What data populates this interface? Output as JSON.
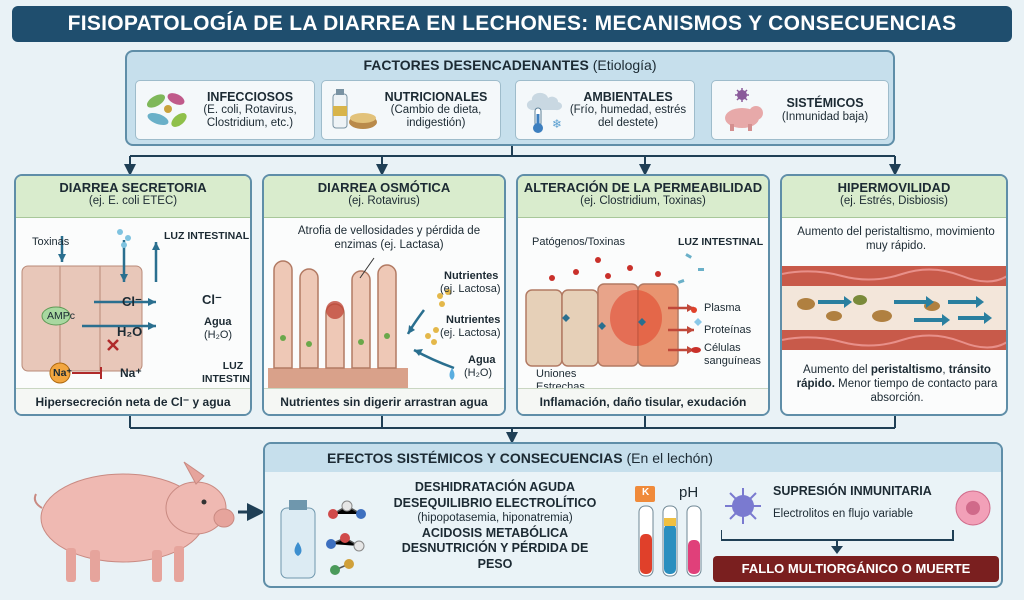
{
  "title": "FISIOPATOLOGÍA DE LA DIARREA EN LECHONES: MECANISMOS Y CONSECUENCIAS",
  "factors": {
    "heading": "FACTORES DESENCADENANTES",
    "heading_sub": "(Etiología)",
    "items": [
      {
        "title": "INFECCIOSOS",
        "desc": "(E. coli, Rotavirus, Clostridium, etc.)",
        "icon": "bacteria-icon"
      },
      {
        "title": "NUTRICIONALES",
        "desc": "(Cambio de dieta, indigestión)",
        "icon": "feed-icon"
      },
      {
        "title": "AMBIENTALES",
        "desc": "(Frío, humedad, estrés del destete)",
        "icon": "thermometer-icon"
      },
      {
        "title": "SISTÉMICOS",
        "desc": "(Inmunidad baja)",
        "icon": "piglet-icon"
      }
    ]
  },
  "mechanisms": [
    {
      "title": "DIARREA SECRETORIA",
      "subtitle": "(ej. E. coli ETEC)",
      "labels": {
        "toxinas": "Toxinas",
        "luz": "LUZ INTESTINAL",
        "ampc": "AMPc",
        "cl": "Cl⁻",
        "cl_out": "Cl⁻",
        "h2o": "H₂O",
        "agua": "Agua",
        "agua_sub": "(H₂O)",
        "na": "Na⁺",
        "na_in": "Na⁺",
        "luz2a": "LUZ",
        "luz2b": "INTESTINAL"
      },
      "footer": "Hipersecreción neta de Cl⁻ y agua"
    },
    {
      "title": "DIARREA OSMÓTICA",
      "subtitle": "(ej. Rotavirus)",
      "labels": {
        "desc": "Atrofia de vellosidades y pérdida de enzimas (ej. Lactasa)",
        "nut1": "Nutrientes",
        "nut1_sub": "(ej. Lactosa)",
        "nut2": "Nutrientes",
        "nut2_sub": "(ej. Lactosa)",
        "agua": "Agua",
        "agua_sub": "(H₂O)"
      },
      "footer": "Nutrientes sin digerir arrastran agua"
    },
    {
      "title": "ALTERACIÓN DE LA PERMEABILIDAD",
      "subtitle": "(ej. Clostridium, Toxinas)",
      "labels": {
        "patogenos": "Patógenos/Toxinas",
        "luz": "LUZ INTESTINAL",
        "plasma": "Plasma",
        "proteinas": "Proteínas",
        "celulas": "Células sanguíneas",
        "uniones": "Uniones Estrechas"
      },
      "footer": "Inflamación, daño tisular, exudación"
    },
    {
      "title": "HIPERMOVILIDAD",
      "subtitle": "(ej. Estrés, Disbiosis)",
      "labels": {
        "top": "Aumento del peristaltismo, movimiento muy rápido.",
        "bottom_pre": "Aumento del ",
        "bottom_b1": "peristaltismo",
        "bottom_mid": ", ",
        "bottom_b2": "tránsito rápido.",
        "bottom_post": " Menor tiempo de contacto para absorción."
      },
      "footer": ""
    }
  ],
  "effects": {
    "heading": "EFECTOS SISTÉMICOS Y CONSECUENCIAS",
    "heading_sub": "(En el lechón)",
    "items": [
      {
        "text": "DESHIDRATACIÓN AGUDA",
        "sub": ""
      },
      {
        "text": "DESEQUILIBRIO ELECTROLÍTICO",
        "sub": "(hipopotasemia, hiponatremia)"
      },
      {
        "text": "ACIDOSIS METABÓLICA",
        "sub": ""
      },
      {
        "text": "DESNUTRICIÓN Y PÉRDIDA DE PESO",
        "sub": ""
      }
    ],
    "tube_label_k": "K",
    "tube_label_ph": "pH",
    "immune_title": "SUPRESIÓN INMUNITARIA",
    "immune_sub": "Electrolitos en flujo variable",
    "final": "FALLO MULTIORGÁNICO O MUERTE"
  },
  "colors": {
    "title_bg": "#1f4e6e",
    "panel_header": "#d9eccd",
    "final_bg": "#7a1f1f",
    "arrow": "#2a6f8f"
  }
}
